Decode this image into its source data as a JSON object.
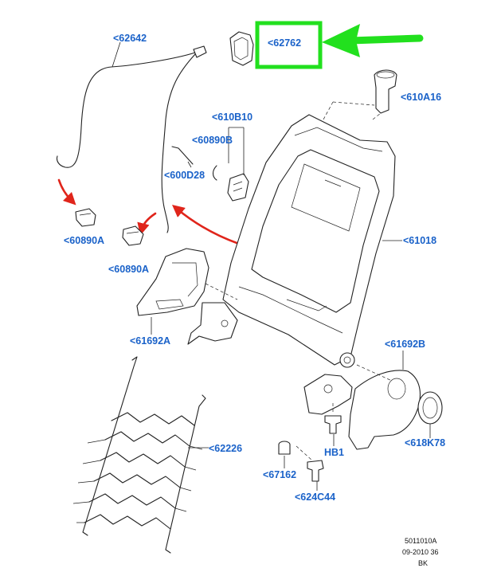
{
  "callouts": {
    "p62642": "<62642",
    "p62762": "<62762",
    "p610A16": "<610A16",
    "p610B10": "<610B10",
    "p60890B": "<60890B",
    "p600D28": "<600D28",
    "p60890A_left": "<60890A",
    "p60890A_right": "<60890A",
    "p61018": "<61018",
    "p61692A": "<61692A",
    "p61692B": "<61692B",
    "p618K78": "<618K78",
    "pHB1": "HB1",
    "p62226": "<62226",
    "p67162": "<67162",
    "p624C44": "<624C44"
  },
  "footer": {
    "line1": "5011010A",
    "line2": "09-2010 36",
    "line3": "BK"
  },
  "colors": {
    "callout_text": "#1a62c9",
    "highlight_box": "#22e01e",
    "highlight_arrow": "#22e01e",
    "red_arrow": "#e0251b",
    "line_art": "#222222"
  }
}
